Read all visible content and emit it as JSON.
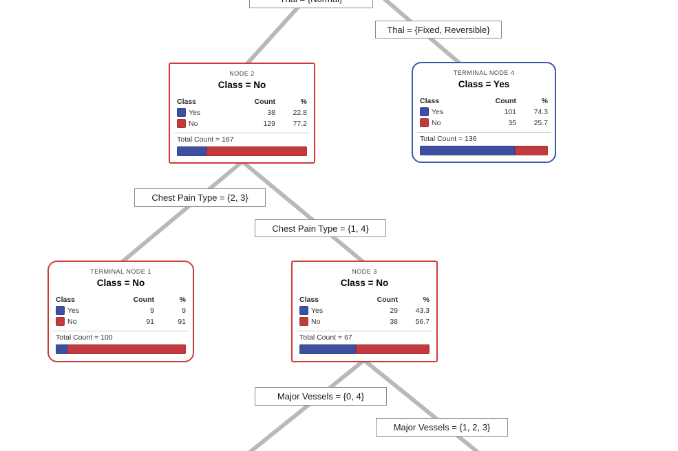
{
  "colors": {
    "yes_blue": "#3C4FA1",
    "no_red": "#C13B3E",
    "node_border_red": "#D03A34",
    "node_border_blue": "#3B57A8",
    "edge_line_gray": "#B9B9B9",
    "label_border_gray": "#8C8C8C"
  },
  "legend": {
    "class_header": "Class",
    "count_header": "Count",
    "pct_header": "%",
    "yes_label": "Yes",
    "no_label": "No"
  },
  "edge_labels": {
    "thal_normal": "Thal = {Normal}",
    "thal_fixed_reversible": "Thal = {Fixed, Reversible}",
    "chest_pain_2_3": "Chest Pain Type = {2, 3}",
    "chest_pain_1_4": "Chest Pain Type = {1, 4}",
    "major_vessels_0_4": "Major Vessels = {0, 4}",
    "major_vessels_1_2_3": "Major Vessels = {1, 2, 3}"
  },
  "nodes": {
    "node2": {
      "title": "NODE 2",
      "class_assignment": "Class = No",
      "yes_count": "38",
      "yes_pct": "22.8",
      "no_count": "129",
      "no_pct": "77.2",
      "total": "Total Count = 167",
      "yes_pct_value": 22.8
    },
    "terminal4": {
      "title": "TERMINAL NODE 4",
      "class_assignment": "Class = Yes",
      "yes_count": "101",
      "yes_pct": "74.3",
      "no_count": "35",
      "no_pct": "25.7",
      "total": "Total Count = 136",
      "yes_pct_value": 74.3
    },
    "terminal1": {
      "title": "TERMINAL NODE 1",
      "class_assignment": "Class = No",
      "yes_count": "9",
      "yes_pct": "9",
      "no_count": "91",
      "no_pct": "91",
      "total": "Total Count = 100",
      "yes_pct_value": 9
    },
    "node3": {
      "title": "NODE 3",
      "class_assignment": "Class = No",
      "yes_count": "29",
      "yes_pct": "43.3",
      "no_count": "38",
      "no_pct": "56.7",
      "total": "Total Count = 67",
      "yes_pct_value": 43.3
    }
  }
}
